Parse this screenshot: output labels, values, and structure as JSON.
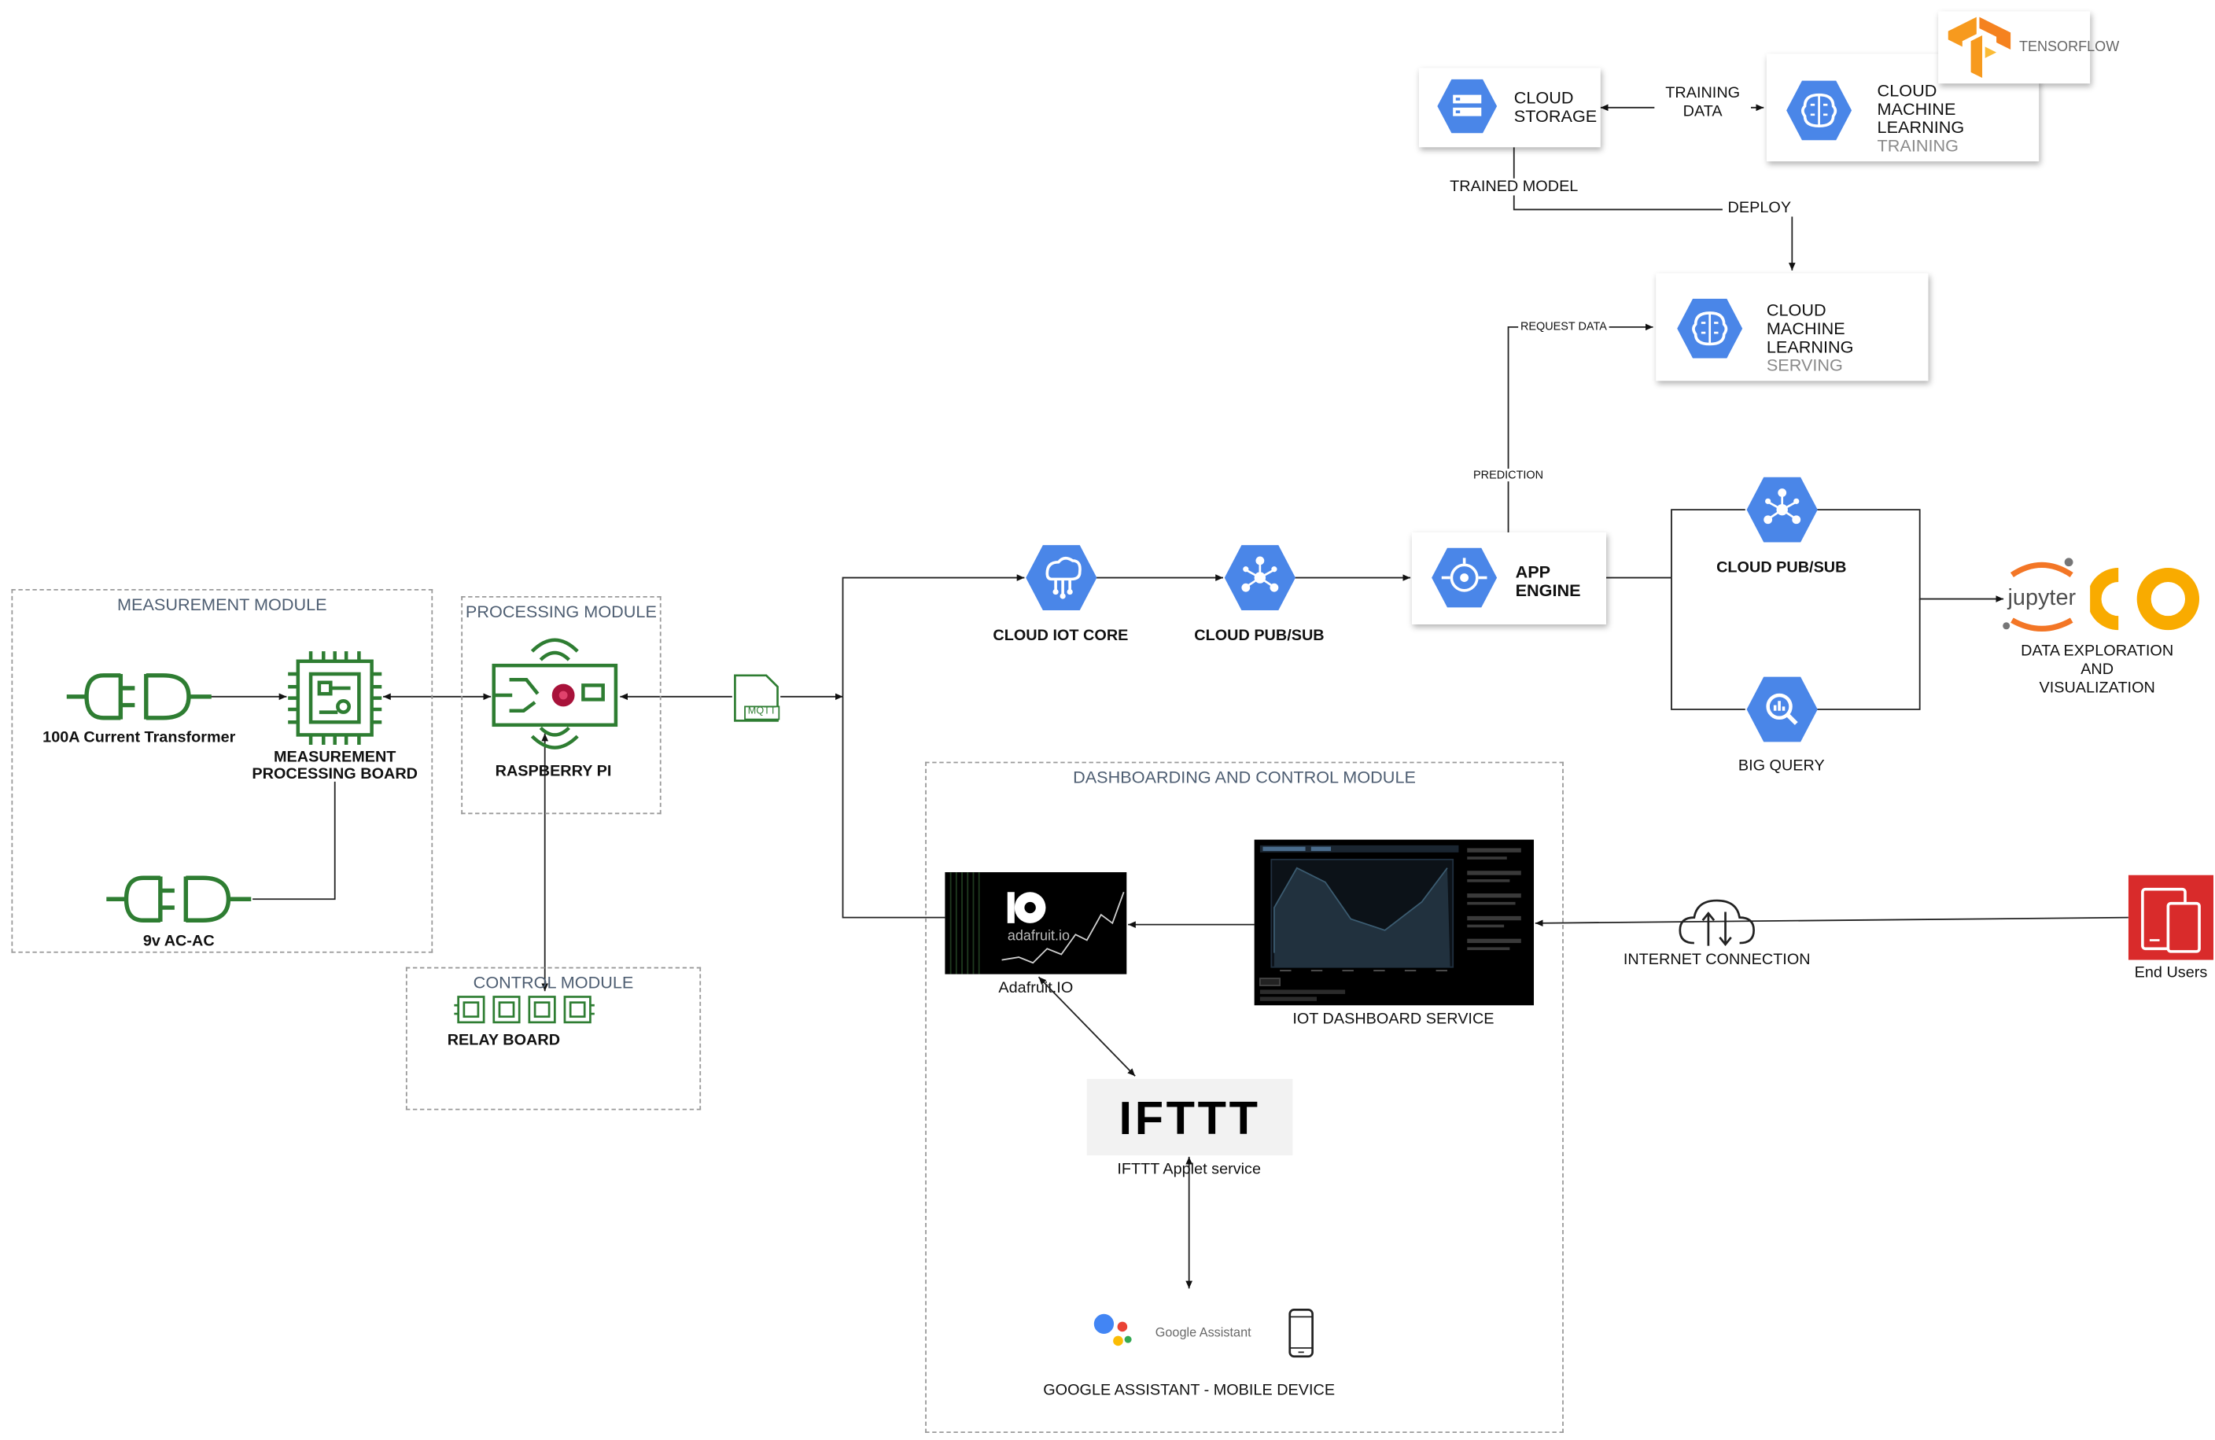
{
  "modules": {
    "measurement": "MEASUREMENT MODULE",
    "processing": "PROCESSING MODULE",
    "control": "CONTROL MODULE",
    "dashboarding": "DASHBOARDING AND CONTROL MODULE"
  },
  "nodes": {
    "current_transformer": "100A Current Transformer",
    "measurement_board_line1": "MEASUREMENT",
    "measurement_board_line2": "PROCESSING BOARD",
    "ac_ac": "9v AC-AC",
    "raspberry_pi": "RASPBERRY PI",
    "relay_board": "RELAY BOARD",
    "mqtt": "MQTT",
    "cloud_iot_core": "CLOUD IOT CORE",
    "cloud_pubsub_1": "CLOUD PUB/SUB",
    "app_engine_line1": "APP",
    "app_engine_line2": "ENGINE",
    "cloud_pubsub_2": "CLOUD PUB/SUB",
    "big_query": "BIG QUERY",
    "cloud_storage_line1": "CLOUD",
    "cloud_storage_line2": "STORAGE",
    "ml_training_line1": "CLOUD",
    "ml_training_line2": "MACHINE LEARNING",
    "ml_training_line3": "TRAINING",
    "ml_serving_line1": "CLOUD",
    "ml_serving_line2": "MACHINE LEARNING",
    "ml_serving_line3": "SERVING",
    "tensorflow": "TENSORFLOW",
    "jupyter": "jupyter",
    "colab": "CO",
    "data_exploration_line1": "DATA EXPLORATION",
    "data_exploration_line2": "AND",
    "data_exploration_line3": "VISUALIZATION",
    "adafruit_io": "Adafruit.IO",
    "adafruit_logo_text": "adafruit.io",
    "iot_dashboard": "IOT DASHBOARD SERVICE",
    "ifttt_logo": "IFTTT",
    "ifttt_service": "IFTTT Applet service",
    "google_assistant_logo": "Google Assistant",
    "google_assistant_mobile": "GOOGLE ASSISTANT - MOBILE DEVICE",
    "internet_connection": "INTERNET CONNECTION",
    "end_users": "End Users"
  },
  "edges": {
    "training_data_line1": "TRAINING",
    "training_data_line2": "DATA",
    "trained_model": "TRAINED MODEL",
    "deploy": "DEPLOY",
    "request_data": "REQUEST DATA",
    "prediction": "PREDICTION"
  },
  "colors": {
    "gcp_blue": "#4a86e8",
    "circuit_green": "#2e7d32",
    "module_title": "#4e5e72",
    "aws_red": "#d92b2b",
    "tensorflow_orange": "#f79a1e",
    "colab_yellow": "#f9ab00",
    "jupyter_orange": "#f37626"
  }
}
